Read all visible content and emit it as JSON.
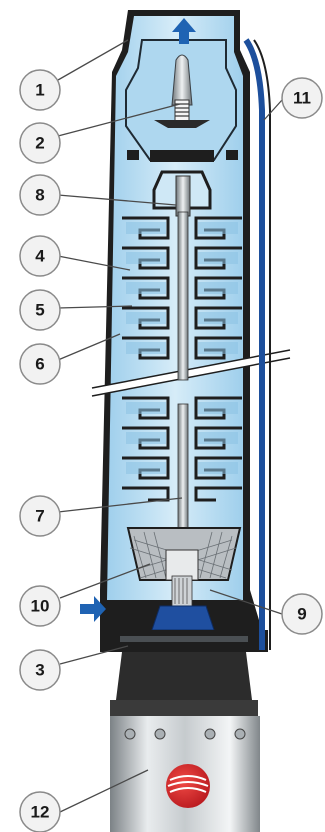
{
  "callouts": [
    {
      "label": "1",
      "part": "outlet-head"
    },
    {
      "label": "2",
      "part": "check-valve"
    },
    {
      "label": "8",
      "part": "shaft-coupling"
    },
    {
      "label": "4",
      "part": "impeller"
    },
    {
      "label": "5",
      "part": "diffuser"
    },
    {
      "label": "6",
      "part": "outer-jacket"
    },
    {
      "label": "7",
      "part": "pump-shaft"
    },
    {
      "label": "10",
      "part": "suction-strainer"
    },
    {
      "label": "3",
      "part": "suction-base"
    },
    {
      "label": "12",
      "part": "motor"
    },
    {
      "label": "11",
      "part": "cable-guard"
    },
    {
      "label": "9",
      "part": "motor-coupling"
    }
  ],
  "colors": {
    "water": "#bfe0f3",
    "water_dark": "#8cc3e4",
    "body_dark": "#1e1e1e",
    "steel": "#c9cdd0",
    "arrow_blue": "#1f63b3",
    "cable_blue": "#1d4f9c",
    "logo_red": "#d8232a"
  },
  "icons": {
    "flow_out": "arrow-up-icon",
    "flow_in": "arrow-right-icon",
    "logo": "brand-logo-icon"
  }
}
